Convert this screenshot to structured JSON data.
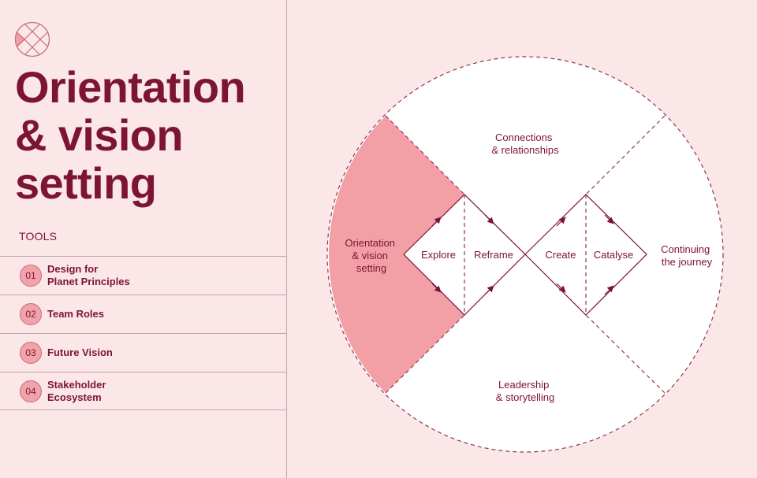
{
  "sidebar": {
    "title_lines": [
      "Orientation",
      "& vision",
      "setting"
    ],
    "tools_heading": "TOOLS",
    "tools": [
      {
        "number": "01",
        "label": "Design for\nPlanet Principles"
      },
      {
        "number": "02",
        "label": "Team Roles"
      },
      {
        "number": "03",
        "label": "Future Vision"
      },
      {
        "number": "04",
        "label": "Stakeholder\nEcosystem"
      }
    ]
  },
  "diagram": {
    "sections": {
      "top": [
        "Connections",
        "& relationships"
      ],
      "left": [
        "Orientation",
        "& vision",
        "setting"
      ],
      "right": [
        "Continuing",
        "the journey"
      ],
      "bottom": [
        "Leadership",
        "& storytelling"
      ]
    },
    "stages": [
      "Explore",
      "Reframe",
      "Create",
      "Catalyse"
    ],
    "highlighted_section": "left"
  },
  "colors": {
    "background": "#fbe6e8",
    "accent_text": "#7c1436",
    "highlight_fill": "#f2a0a6",
    "badge_fill": "#f2a3aa",
    "divider": "#c9a3ac"
  }
}
